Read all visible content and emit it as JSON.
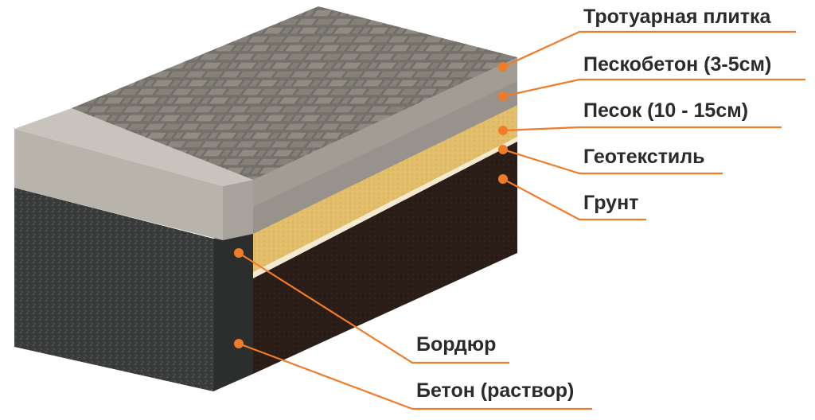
{
  "labels": {
    "paving": "Тротуарная плитка",
    "sand_concrete": "Пескобетон (3-5см)",
    "sand": "Песок (10 - 15см)",
    "geotextile": "Геотекстиль",
    "soil": "Грунт",
    "curb": "Бордюр",
    "concrete": "Бетон (раствор)"
  },
  "colors": {
    "leader": "#f07c2a",
    "label_text": "#2b2b2b",
    "paving": "#8a857c",
    "sand_concrete": "#9a958e",
    "sand": "#e3bf6c",
    "soil": "#2a1d17",
    "curb": "#b9b4ad",
    "concrete": "#3b3d3d"
  }
}
